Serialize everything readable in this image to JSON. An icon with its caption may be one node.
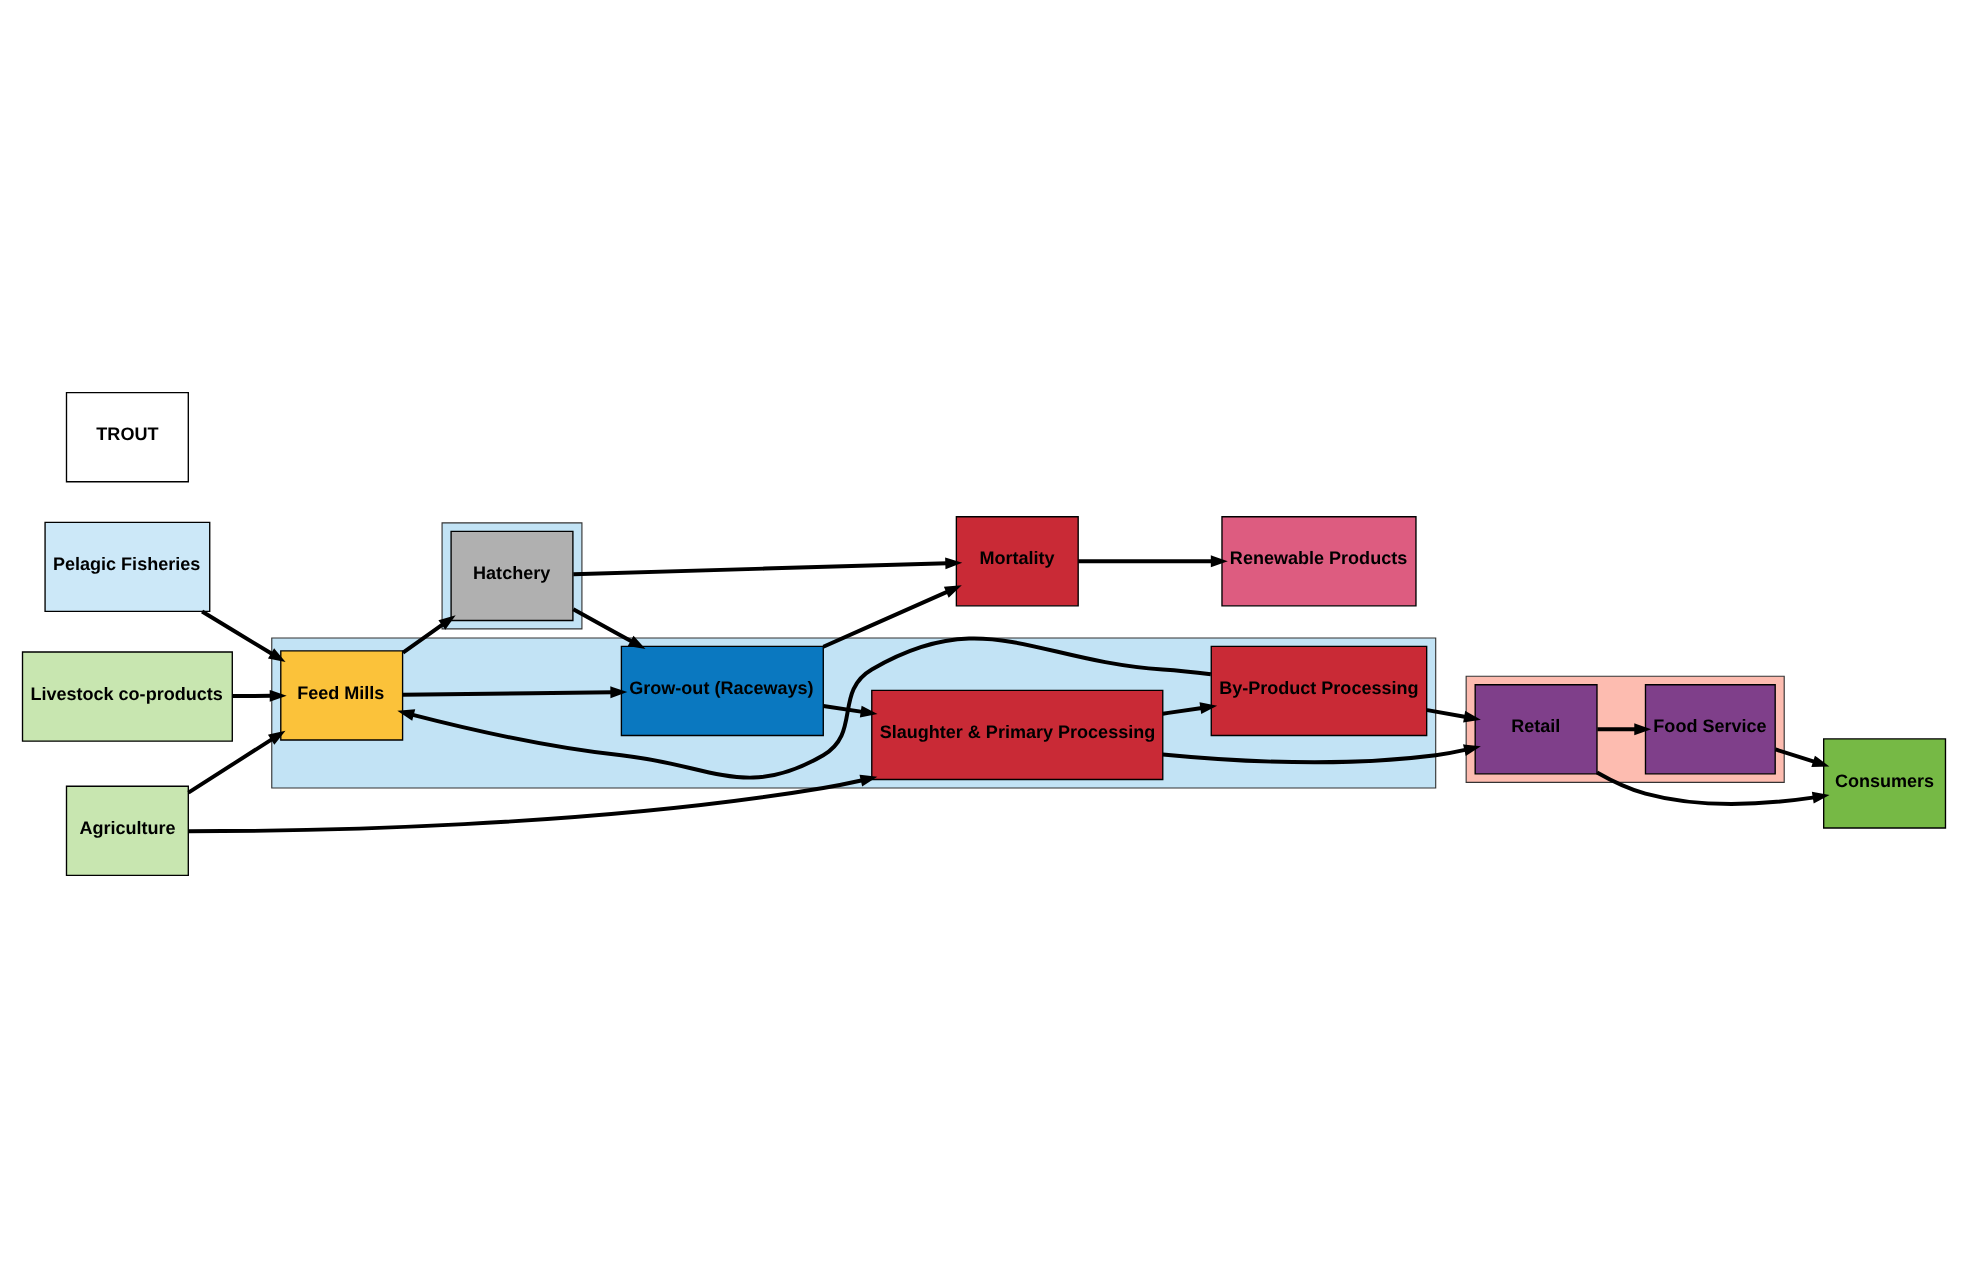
{
  "diagram": {
    "nodes": [
      {
        "text": [
          "Pelagic Fisheries"
        ]
      },
      {
        "text": [
          "Livestock co-products"
        ]
      },
      {
        "text": [
          "Agriculture"
        ]
      },
      {
        "text": [],
        "shape": "box"
      },
      {
        "text": [
          "Hatchery"
        ],
        "in": 3
      },
      {
        "text": [
          "Renewable Products"
        ]
      },
      {
        "text": [],
        "shape": "box"
      },
      {
        "text": [
          "Feed Mills"
        ],
        "in": 6
      },
      {
        "text": [
          "Grow-out (Raceways)"
        ],
        "in": 6
      },
      {
        "text": [
          "Mortality"
        ]
      },
      {
        "text": [
          "By-Product Processing"
        ],
        "in": 6
      },
      {
        "text": [
          "Slaughter & Primary Processing"
        ],
        "in": 6
      },
      {
        "text": [],
        "shape": "box"
      },
      {
        "text": [
          "Retail"
        ],
        "in": 12
      },
      {
        "text": [
          "Consumers"
        ]
      },
      {
        "text": [
          "Food Service"
        ],
        "in": 12
      },
      {
        "text": [
          "TROUT"
        ]
      }
    ],
    "edges": [
      {
        "from": 0,
        "to": 7,
        "arrow": "to"
      },
      {
        "from": 1,
        "to": 7,
        "arrow": "to"
      },
      {
        "from": 2,
        "to": 7,
        "arrow": "to"
      },
      {
        "from": 7,
        "to": 4,
        "arrow": "to"
      },
      {
        "from": 7,
        "to": 8,
        "arrow": "to"
      },
      {
        "from": 4,
        "to": 8,
        "arrow": "to"
      },
      {
        "from": 4,
        "to": 9,
        "arrow": "to"
      },
      {
        "from": 8,
        "to": 9,
        "arrow": "to"
      },
      {
        "from": 9,
        "to": 5,
        "arrow": "to"
      },
      {
        "from": 8,
        "to": 11,
        "arrow": "to"
      },
      {
        "from": 11,
        "to": 10,
        "arrow": "to"
      },
      {
        "from": 10,
        "to": 7,
        "arrow": "to"
      },
      {
        "from": 11,
        "to": 13,
        "arrow": "to"
      },
      {
        "from": 2,
        "to": 11,
        "arrow": "to"
      },
      {
        "from": 10,
        "to": 13,
        "arrow": "to"
      },
      {
        "from": 13,
        "to": 14,
        "arrow": "to"
      },
      {
        "from": 13,
        "to": 15,
        "arrow": "to"
      },
      {
        "from": 15,
        "to": 14,
        "arrow": "to"
      }
    ]
  }
}
